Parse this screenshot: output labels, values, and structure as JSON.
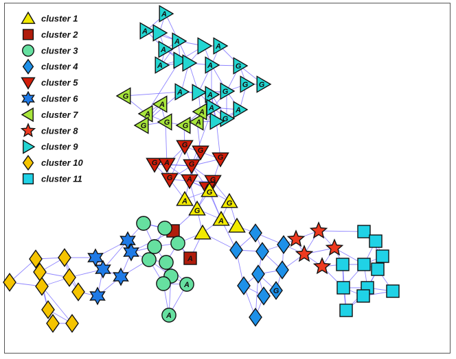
{
  "legend": [
    {
      "label": "cluster 1",
      "shape": "triangle-up",
      "color": "#f2ea00"
    },
    {
      "label": "cluster 2",
      "shape": "square",
      "color": "#b01c0c"
    },
    {
      "label": "cluster 3",
      "shape": "circle",
      "color": "#66e0a0"
    },
    {
      "label": "cluster 4",
      "shape": "diamond",
      "color": "#1e90e8"
    },
    {
      "label": "cluster 5",
      "shape": "triangle-down",
      "color": "#d21e0a"
    },
    {
      "label": "cluster 6",
      "shape": "star6",
      "color": "#1f7ae6"
    },
    {
      "label": "cluster 7",
      "shape": "triangle-left",
      "color": "#a8e63c"
    },
    {
      "label": "cluster 8",
      "shape": "star5",
      "color": "#ee3a20"
    },
    {
      "label": "cluster 9",
      "shape": "triangle-right",
      "color": "#24d6d2"
    },
    {
      "label": "cluster 10",
      "shape": "diamond",
      "color": "#f5c400"
    },
    {
      "label": "cluster 11",
      "shape": "square",
      "color": "#20d2e6"
    }
  ],
  "node_labels": {
    "A": "A",
    "G": "G"
  },
  "colors": {
    "edge": "#6a5cff",
    "outline": "#111111",
    "frame": "#555555"
  }
}
